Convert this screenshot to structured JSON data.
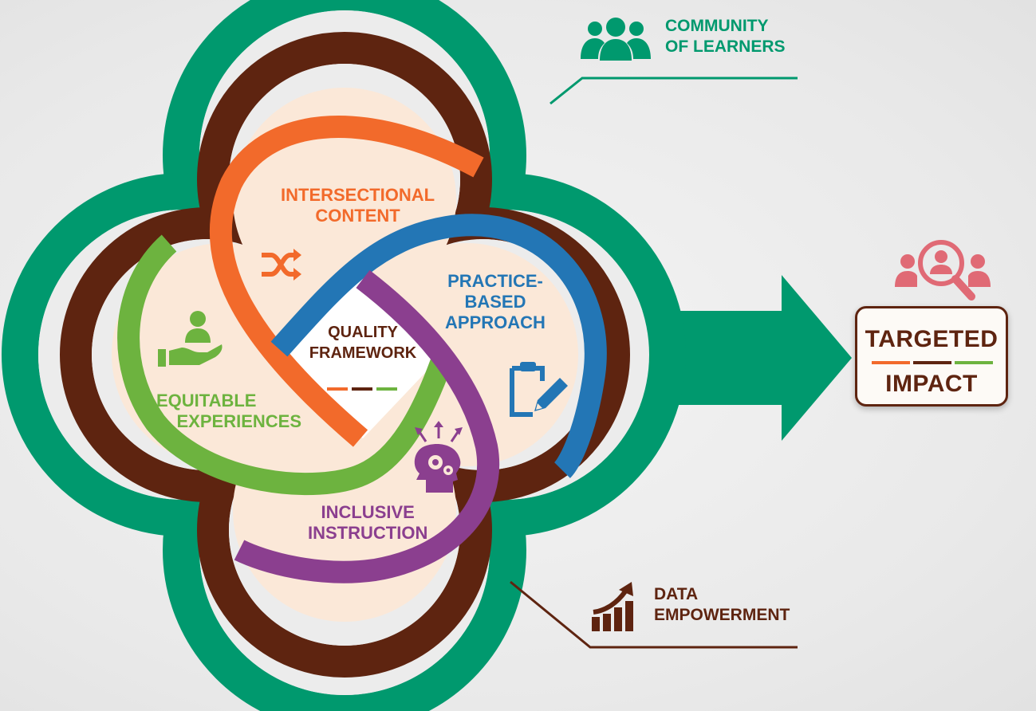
{
  "colors": {
    "green": "#00996e",
    "brown": "#5e2410",
    "orange": "#f26a2b",
    "blue": "#2376b5",
    "purple": "#8b3f8f",
    "lime": "#6db33f",
    "peach": "#fbe8d8",
    "pink": "#e06a75"
  },
  "callouts": {
    "community": {
      "line1": "COMMUNITY",
      "line2": "OF LEARNERS",
      "icon": "group-people-icon"
    },
    "data": {
      "line1": "DATA",
      "line2": "EMPOWERMENT",
      "icon": "growth-chart-icon"
    }
  },
  "petals": {
    "intersectional": {
      "line1": "INTERSECTIONAL",
      "line2": "CONTENT",
      "icon": "shuffle-icon"
    },
    "practice": {
      "line1": "PRACTICE-",
      "line2": "BASED",
      "line3": "APPROACH",
      "icon": "clipboard-pencil-icon"
    },
    "equitable": {
      "line1": "EQUITABLE",
      "line2": "EXPERIENCES",
      "icon": "hand-person-icon"
    },
    "inclusive": {
      "line1": "INCLUSIVE",
      "line2": "INSTRUCTION",
      "icon": "head-gears-icon"
    }
  },
  "center": {
    "line1": "QUALITY",
    "line2": "FRAMEWORK"
  },
  "impact": {
    "line1": "TARGETED",
    "line2": "IMPACT",
    "icon": "people-search-icon"
  }
}
